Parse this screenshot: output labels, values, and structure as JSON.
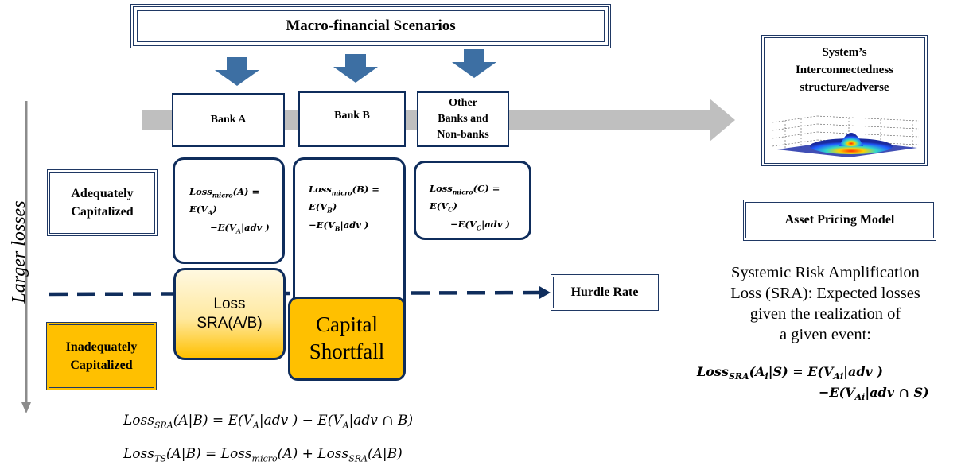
{
  "scenarios": {
    "label": "Macro-financial Scenarios"
  },
  "banks": [
    {
      "label": "Bank A"
    },
    {
      "label": "Bank B"
    },
    {
      "label_lines": [
        "Other",
        "Banks and",
        "Non-banks"
      ]
    }
  ],
  "micro_losses": [
    {
      "line1": "Loss",
      "sub": "micro",
      "arg": "(A) =",
      "line2": "E(V",
      "line2_sub": "A",
      "line2_end": ")",
      "line3": "−E(V",
      "line3_sub": "A",
      "line3_end": "|adv )"
    },
    {
      "line1": "Loss",
      "sub": "micro",
      "arg": "(B) =",
      "line2": "E(V",
      "line2_sub": "B",
      "line2_end": ")",
      "line3": "−E(V",
      "line3_sub": "B",
      "line3_end": "|adv )"
    },
    {
      "line1": "Loss",
      "sub": "micro",
      "arg": "(C) =",
      "line2": "E(V",
      "line2_sub": "C",
      "line2_end": ")",
      "line3": "−E(V",
      "line3_sub": "C",
      "line3_end": "|adv )"
    }
  ],
  "loss_sra_box": {
    "line1": "Loss",
    "line2": "SRA(A/B)"
  },
  "capital_shortfall": {
    "line1": "Capital",
    "line2": "Shortfall"
  },
  "axis": {
    "label": "Larger losses"
  },
  "adequately": {
    "line1": "Adequately",
    "line2": "Capitalized"
  },
  "inadequately": {
    "line1": "Inadequately",
    "line2": "Capitalized"
  },
  "hurdle": {
    "label": "Hurdle Rate"
  },
  "system_box": {
    "line1": "System’s",
    "line2": "Interconnectedness",
    "line3": "structure/adverse"
  },
  "asset_pricing": {
    "label": "Asset Pricing Model"
  },
  "sra_description": {
    "lines": [
      "Systemic Risk Amplification",
      "Loss (SRA): Expected losses",
      "given the realization of",
      "a given event:"
    ]
  },
  "sra_formula": {
    "part1": "Loss",
    "sub1": "SRA",
    "part2": "(A",
    "sub2": "i",
    "part3": "|S) = E(V",
    "sub3": "Ai",
    "part4": "|adv )",
    "part5": "−E(V",
    "sub5": "Ai",
    "part6": "|adv ∩ S)"
  },
  "bottom_formulas": [
    {
      "a": "Loss",
      "a_sub": "SRA",
      "b": "(A|B) = E(V",
      "b_sub": "A",
      "c": "|adv ) − E(V",
      "c_sub": "A",
      "d": "|adv  ∩ B)"
    },
    {
      "a": "Loss",
      "a_sub": "TS",
      "b": "(A|B) = Loss",
      "b_sub": "micro",
      "c": "(A) + Loss",
      "c_sub": "SRA",
      "d": "(A|B)"
    }
  ],
  "colors": {
    "navy": "#0f2d5c",
    "arrow_blue": "#3d6fa3",
    "gray_arrow": "#bfbfbf",
    "orange": "#ffc000",
    "pale": "#fff2c2"
  }
}
